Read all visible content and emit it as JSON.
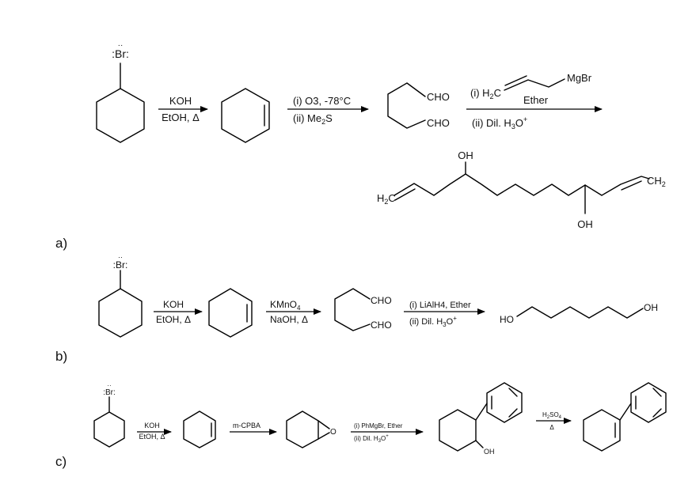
{
  "sections": {
    "a": {
      "label": "a)",
      "reactant_atom": ":Br:",
      "step1": {
        "reagent": "KOH",
        "condition": "EtOH, Δ"
      },
      "step2": {
        "line1": "(i) O3, -78°C",
        "line2_pre": "(ii) Me",
        "line2_sub": "2",
        "line2_post": "S"
      },
      "dialdehyde": {
        "top": "CHO",
        "bottom": "CHO"
      },
      "step3": {
        "line1_pre": "(i) H",
        "line1_sub": "2",
        "line1_post": "C",
        "grignard": "MgBr",
        "solvent": "Ether",
        "line2_pre": "(ii) Dil. H",
        "line2_sub": "3",
        "line2_post": "O",
        "line2_sup": "+"
      },
      "product": {
        "left_pre": "H",
        "left_sub": "2",
        "left_post": "C",
        "right_pre": "CH",
        "right_sub": "2",
        "oh_top": "OH",
        "oh_bottom": "OH"
      }
    },
    "b": {
      "label": "b)",
      "reactant_atom": ":Br:",
      "step1": {
        "reagent": "KOH",
        "condition": "EtOH, Δ"
      },
      "step2": {
        "line1_pre": "KMnO",
        "line1_sub": "4",
        "line2": "NaOH, Δ"
      },
      "dialdehyde": {
        "top": "CHO",
        "bottom": "CHO"
      },
      "step3": {
        "line1": "(i) LiAlH4, Ether",
        "line2_pre": "(ii) Dil. H",
        "line2_sub": "3",
        "line2_post": "O",
        "line2_sup": "+"
      },
      "product": {
        "left": "HO",
        "right": "OH"
      }
    },
    "c": {
      "label": "c)",
      "reactant_atom": ":Br:",
      "step1": {
        "reagent": "KOH",
        "condition": "EtOH, Δ"
      },
      "step2": {
        "reagent": "m-CPBA"
      },
      "epoxide_atom": "O",
      "step3": {
        "line1": "(i) PhMgBr, Ether",
        "line2_pre": "(ii) Dil. H",
        "line2_sub": "3",
        "line2_post": "O",
        "line2_sup": "+"
      },
      "alcohol_oh": "OH",
      "step4": {
        "line1_pre": "H",
        "line1_sub": "2",
        "line1_post": "SO",
        "line1_sub2": "4",
        "line2": "Δ"
      }
    }
  }
}
